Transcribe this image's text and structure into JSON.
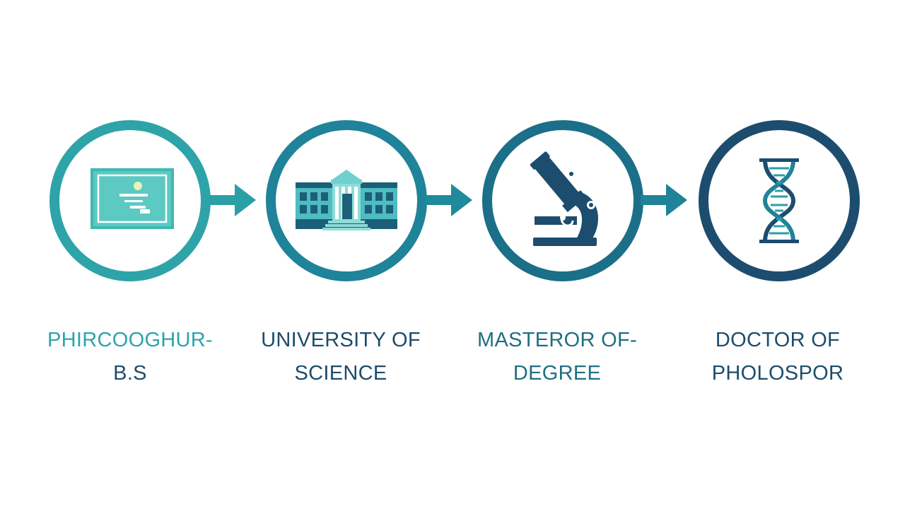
{
  "stages": [
    {
      "icon": "diploma-icon",
      "label_line1": "PHIRCOOGHUR-",
      "label_line2": "B.S",
      "color": "#2a9fa6"
    },
    {
      "icon": "university-building-icon",
      "label_line1": "UNIVERSITY OF",
      "label_line2": "SCIENCE",
      "color": "#1f8399"
    },
    {
      "icon": "microscope-icon",
      "label_line1": "MASTEROR OF-",
      "label_line2": "DEGREE",
      "color": "#1b6f88"
    },
    {
      "icon": "dna-helix-icon",
      "label_line1": "DOCTOR OF",
      "label_line2": "PHOLOSPOR",
      "color": "#1c4d6e"
    }
  ],
  "colors": {
    "teal_light": "#3fb8b3",
    "teal": "#2a9fa6",
    "blue_teal": "#1f8399",
    "navy": "#1c4d6e",
    "text_teal": "#1f7f8a",
    "text_navy": "#1d4c6b",
    "background": "#ffffff"
  }
}
